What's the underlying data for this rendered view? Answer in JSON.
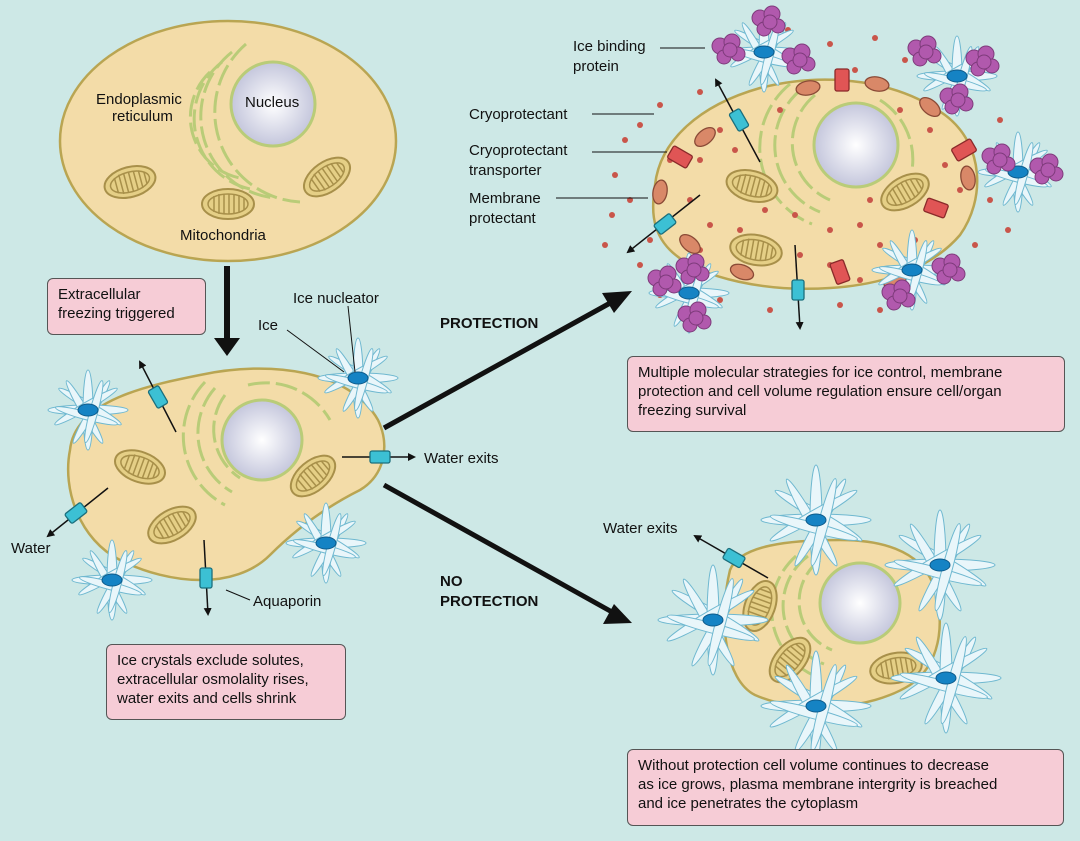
{
  "labels": {
    "endoplasmic_reticulum": [
      "Endoplasmic",
      "reticulum"
    ],
    "nucleus": "Nucleus",
    "mitochondria": "Mitochondria",
    "ice": "Ice",
    "ice_nucleator": "Ice nucleator",
    "water_exits_1": "Water exits",
    "water": "Water",
    "aquaporin": "Aquaporin",
    "protection": "PROTECTION",
    "no_protection": [
      "NO",
      "PROTECTION"
    ],
    "ice_binding_protein": [
      "Ice binding",
      "protein"
    ],
    "cryoprotectant": "Cryoprotectant",
    "cryoprotectant_transporter": [
      "Cryoprotectant",
      "transporter"
    ],
    "membrane_protectant": [
      "Membrane",
      "protectant"
    ],
    "water_exits_2": "Water exits"
  },
  "boxes": {
    "trigger": [
      "Extracellular",
      "freezing triggered"
    ],
    "shrink": [
      "Ice crystals exclude solutes,",
      "extracellular osmolality rises,",
      "water exits and cells shrink"
    ],
    "protected": [
      "Multiple molecular strategies for ice control, membrane",
      "protection and cell volume regulation ensure cell/organ",
      "freezing survival"
    ],
    "unprotected": [
      "Without protection cell volume continues to decrease",
      "as ice grows, plasma membrane intergrity is breached",
      "and ice penetrates the cytoplasm"
    ]
  },
  "colors": {
    "background": "#cde8e6",
    "cytoplasm": "#f3dca8",
    "membrane": "#b9a552",
    "er": "#b9cc78",
    "callout_box": "#f6ccd6",
    "ice_crystal": "#e9f6fa",
    "ice_nucleator": "#1583c4",
    "aquaporin": "#3cc0d4",
    "transporter": "#e05555",
    "cryoprotectant_dot": "#c9554a",
    "membrane_protectant": "#d98868",
    "ice_binding_protein": "#b159ad"
  }
}
